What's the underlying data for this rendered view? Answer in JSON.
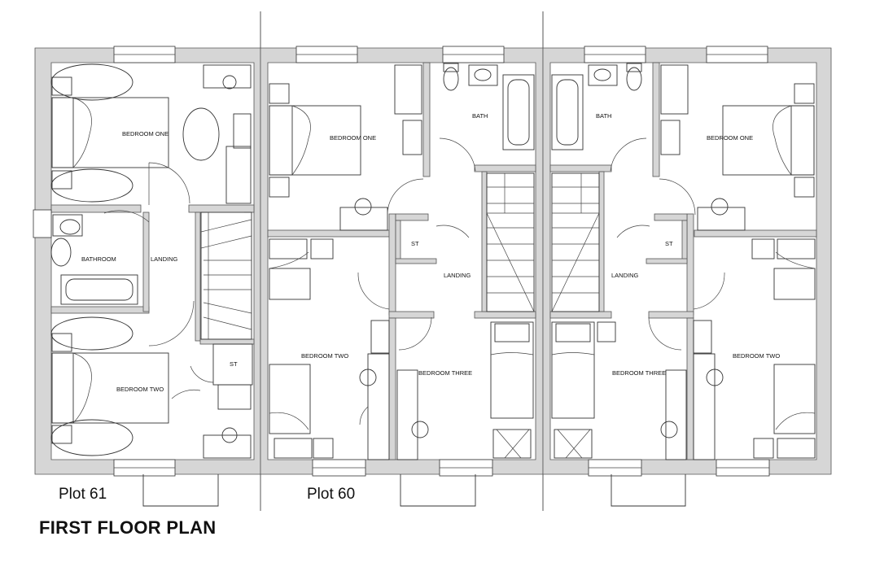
{
  "title": "FIRST FLOOR PLAN",
  "plots": [
    {
      "name": "Plot 61",
      "rooms": {
        "bedroom_one": "BEDROOM ONE",
        "bedroom_two": "BEDROOM TWO",
        "bathroom": "BATHROOM",
        "landing": "LANDING",
        "store": "ST"
      }
    },
    {
      "name": "Plot 60",
      "rooms": {
        "bedroom_one": "BEDROOM ONE",
        "bedroom_two": "BEDROOM TWO",
        "bedroom_three": "BEDROOM THREE",
        "bath": "BATH",
        "landing": "LANDING",
        "store": "ST"
      }
    },
    {
      "rooms": {
        "bedroom_one": "BEDROOM ONE",
        "bedroom_two": "BEDROOM TWO",
        "bedroom_three": "BEDROOM THREE",
        "bath": "BATH",
        "landing": "LANDING",
        "store": "ST"
      }
    }
  ]
}
